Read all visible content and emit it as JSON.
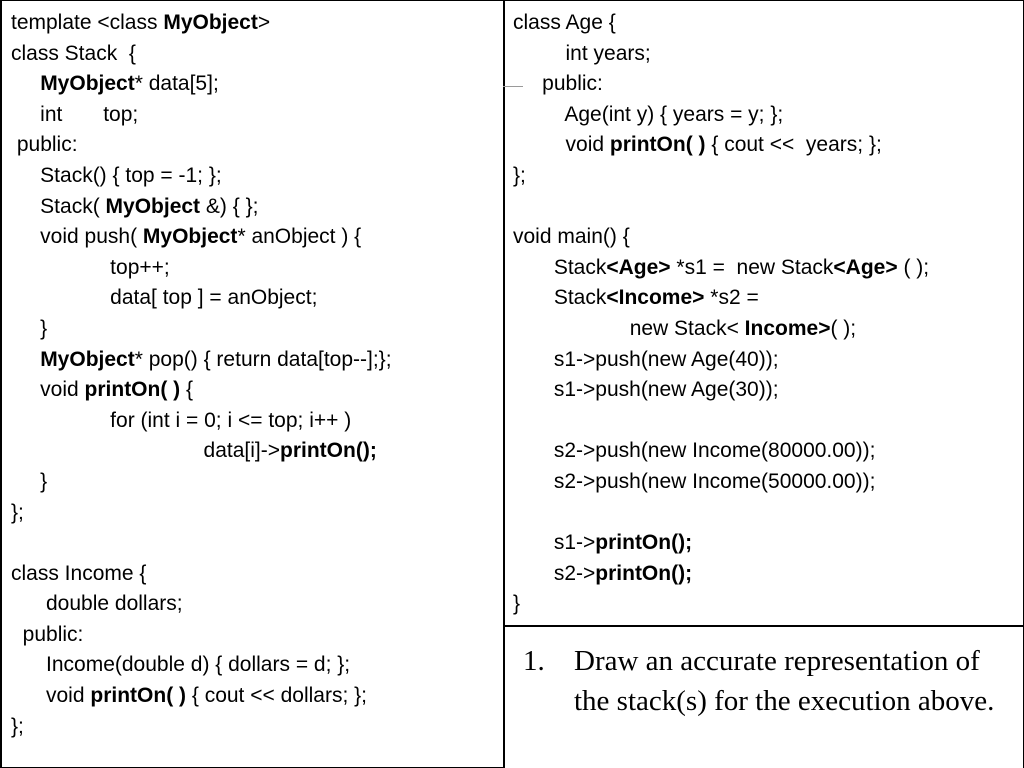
{
  "left_code": [
    [
      {
        "t": "template <class "
      },
      {
        "t": "MyObject",
        "b": true
      },
      {
        "t": ">"
      }
    ],
    [
      {
        "t": "class Stack  {"
      }
    ],
    [
      {
        "t": "     "
      },
      {
        "t": "MyObject",
        "b": true
      },
      {
        "t": "* data[5];"
      }
    ],
    [
      {
        "t": "     int       top;"
      }
    ],
    [
      {
        "t": " public:"
      }
    ],
    [
      {
        "t": "     Stack() { top = -1; };"
      }
    ],
    [
      {
        "t": "     Stack( "
      },
      {
        "t": "MyObject",
        "b": true
      },
      {
        "t": " &) { };"
      }
    ],
    [
      {
        "t": "     void push( "
      },
      {
        "t": "MyObject",
        "b": true
      },
      {
        "t": "* anObject ) {"
      }
    ],
    [
      {
        "t": "                 top++;"
      }
    ],
    [
      {
        "t": "                 data[ top ] = anObject;"
      }
    ],
    [
      {
        "t": "     }"
      }
    ],
    [
      {
        "t": "     "
      },
      {
        "t": "MyObject",
        "b": true
      },
      {
        "t": "* pop() { return data[top--];};"
      }
    ],
    [
      {
        "t": "     void "
      },
      {
        "t": "printOn( )",
        "b": true
      },
      {
        "t": " {"
      }
    ],
    [
      {
        "t": "                 for (int i = 0; i <= top; i++ )"
      }
    ],
    [
      {
        "t": "                                 data[i]->"
      },
      {
        "t": "printOn();",
        "b": true
      }
    ],
    [
      {
        "t": "     }"
      }
    ],
    [
      {
        "t": "};"
      }
    ],
    [
      {
        "t": ""
      }
    ],
    [
      {
        "t": "class Income {"
      }
    ],
    [
      {
        "t": "      double dollars;"
      }
    ],
    [
      {
        "t": "  public:"
      }
    ],
    [
      {
        "t": "      Income(double d) { dollars = d; };"
      }
    ],
    [
      {
        "t": "      void "
      },
      {
        "t": "printOn( )",
        "b": true
      },
      {
        "t": " { cout << dollars; };"
      }
    ],
    [
      {
        "t": "};"
      }
    ]
  ],
  "right_code": [
    [
      {
        "t": "class Age {"
      }
    ],
    [
      {
        "t": "         int years;"
      }
    ],
    [
      {
        "t": "     public:"
      }
    ],
    [
      {
        "t": "         Age(int y) { years = y; };"
      }
    ],
    [
      {
        "t": "         void "
      },
      {
        "t": "printOn( )",
        "b": true
      },
      {
        "t": " { cout <<  years; };"
      }
    ],
    [
      {
        "t": "};"
      }
    ],
    [
      {
        "t": ""
      }
    ],
    [
      {
        "t": "void main() {"
      }
    ],
    [
      {
        "t": "       Stack"
      },
      {
        "t": "<Age>",
        "b": true
      },
      {
        "t": " *s1 =  new Stack"
      },
      {
        "t": "<Age>",
        "b": true
      },
      {
        "t": " ( );"
      }
    ],
    [
      {
        "t": "       Stack"
      },
      {
        "t": "<Income>",
        "b": true
      },
      {
        "t": " *s2 ="
      }
    ],
    [
      {
        "t": "                    new Stack< "
      },
      {
        "t": "Income>",
        "b": true
      },
      {
        "t": "( );"
      }
    ],
    [
      {
        "t": "       s1->push(new Age(40));"
      }
    ],
    [
      {
        "t": "       s1->push(new Age(30));"
      }
    ],
    [
      {
        "t": ""
      }
    ],
    [
      {
        "t": "       s2->push(new Income(80000.00));"
      }
    ],
    [
      {
        "t": "       s2->push(new Income(50000.00));"
      }
    ],
    [
      {
        "t": ""
      }
    ],
    [
      {
        "t": "       s1->"
      },
      {
        "t": "printOn();",
        "b": true
      }
    ],
    [
      {
        "t": "       s2->"
      },
      {
        "t": "printOn();",
        "b": true
      }
    ],
    [
      {
        "t": "}"
      }
    ]
  ],
  "question": {
    "number": "1.",
    "text": "Draw an accurate representation of the stack(s) for the execution above."
  }
}
